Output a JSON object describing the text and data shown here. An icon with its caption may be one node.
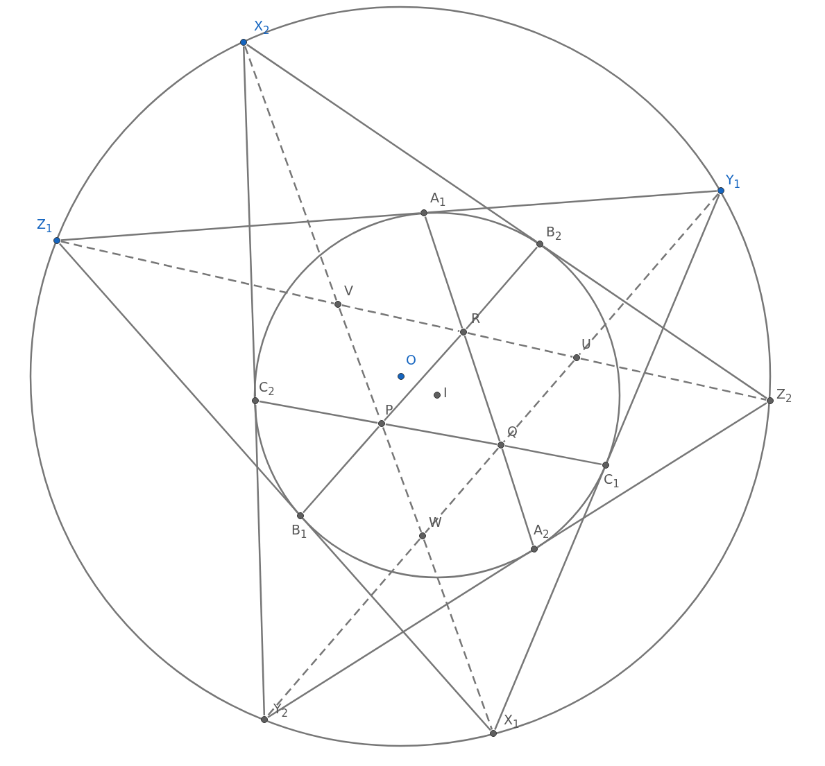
{
  "diagram": {
    "nodes": [
      {
        "text": [
          "X$_{2}$"
        ]
      },
      {
        "text": [
          "Y$_{1}$"
        ]
      },
      {
        "text": [
          "Z$_{1}$"
        ]
      },
      {
        "text": [
          "A$_{1}$"
        ]
      },
      {
        "text": [
          "B$_{2}$"
        ]
      },
      {
        "text": [
          "V"
        ]
      },
      {
        "text": [
          "R"
        ]
      },
      {
        "text": [
          "U"
        ]
      },
      {
        "text": [
          "O"
        ]
      },
      {
        "text": [
          "C$_{2}$"
        ]
      },
      {
        "text": [
          "I"
        ]
      },
      {
        "text": [
          "Z$_{2}$"
        ]
      },
      {
        "text": [
          "P"
        ]
      },
      {
        "text": [
          "Q"
        ]
      },
      {
        "text": [
          "C$_{1}$"
        ]
      },
      {
        "text": [
          "B$_{1}$"
        ]
      },
      {
        "text": [
          "W"
        ]
      },
      {
        "text": [
          "A$_{2}$"
        ]
      },
      {
        "text": [
          "Y$_{2}$"
        ]
      },
      {
        "text": [
          "X$_{1}$"
        ]
      }
    ],
    "edges": [
      {
        "from": 0,
        "to": 9,
        "arrow": "none"
      },
      {
        "from": 9,
        "to": 18,
        "arrow": "none"
      },
      {
        "from": 0,
        "to": 4,
        "arrow": "none"
      },
      {
        "from": 4,
        "to": 11,
        "arrow": "none"
      },
      {
        "from": 2,
        "to": 3,
        "arrow": "none"
      },
      {
        "from": 3,
        "to": 1,
        "arrow": "none"
      },
      {
        "from": 2,
        "to": 15,
        "arrow": "none"
      },
      {
        "from": 15,
        "to": 19,
        "arrow": "none"
      },
      {
        "from": 1,
        "to": 14,
        "arrow": "none"
      },
      {
        "from": 14,
        "to": 19,
        "arrow": "none"
      },
      {
        "from": 18,
        "to": 17,
        "arrow": "none"
      },
      {
        "from": 17,
        "to": 11,
        "arrow": "none"
      },
      {
        "from": 3,
        "to": 6,
        "arrow": "none"
      },
      {
        "from": 6,
        "to": 13,
        "arrow": "none"
      },
      {
        "from": 13,
        "to": 17,
        "arrow": "none"
      },
      {
        "from": 15,
        "to": 12,
        "arrow": "none"
      },
      {
        "from": 12,
        "to": 6,
        "arrow": "none"
      },
      {
        "from": 6,
        "to": 4,
        "arrow": "none"
      },
      {
        "from": 9,
        "to": 12,
        "arrow": "none"
      },
      {
        "from": 12,
        "to": 13,
        "arrow": "none"
      },
      {
        "from": 13,
        "to": 14,
        "arrow": "none"
      },
      {
        "from": 0,
        "to": 5,
        "arrow": "none",
        "style": "dashed"
      },
      {
        "from": 5,
        "to": 12,
        "arrow": "none",
        "style": "dashed"
      },
      {
        "from": 12,
        "to": 16,
        "arrow": "none",
        "style": "dashed"
      },
      {
        "from": 16,
        "to": 19,
        "arrow": "none",
        "style": "dashed"
      },
      {
        "from": 2,
        "to": 5,
        "arrow": "none",
        "style": "dashed"
      },
      {
        "from": 5,
        "to": 6,
        "arrow": "none",
        "style": "dashed"
      },
      {
        "from": 6,
        "to": 7,
        "arrow": "none",
        "style": "dashed"
      },
      {
        "from": 7,
        "to": 11,
        "arrow": "none",
        "style": "dashed"
      },
      {
        "from": 1,
        "to": 7,
        "arrow": "none",
        "style": "dashed"
      },
      {
        "from": 7,
        "to": 13,
        "arrow": "none",
        "style": "dashed"
      },
      {
        "from": 13,
        "to": 16,
        "arrow": "none",
        "style": "dashed"
      },
      {
        "from": 16,
        "to": 18,
        "arrow": "none",
        "style": "dashed"
      }
    ]
  }
}
